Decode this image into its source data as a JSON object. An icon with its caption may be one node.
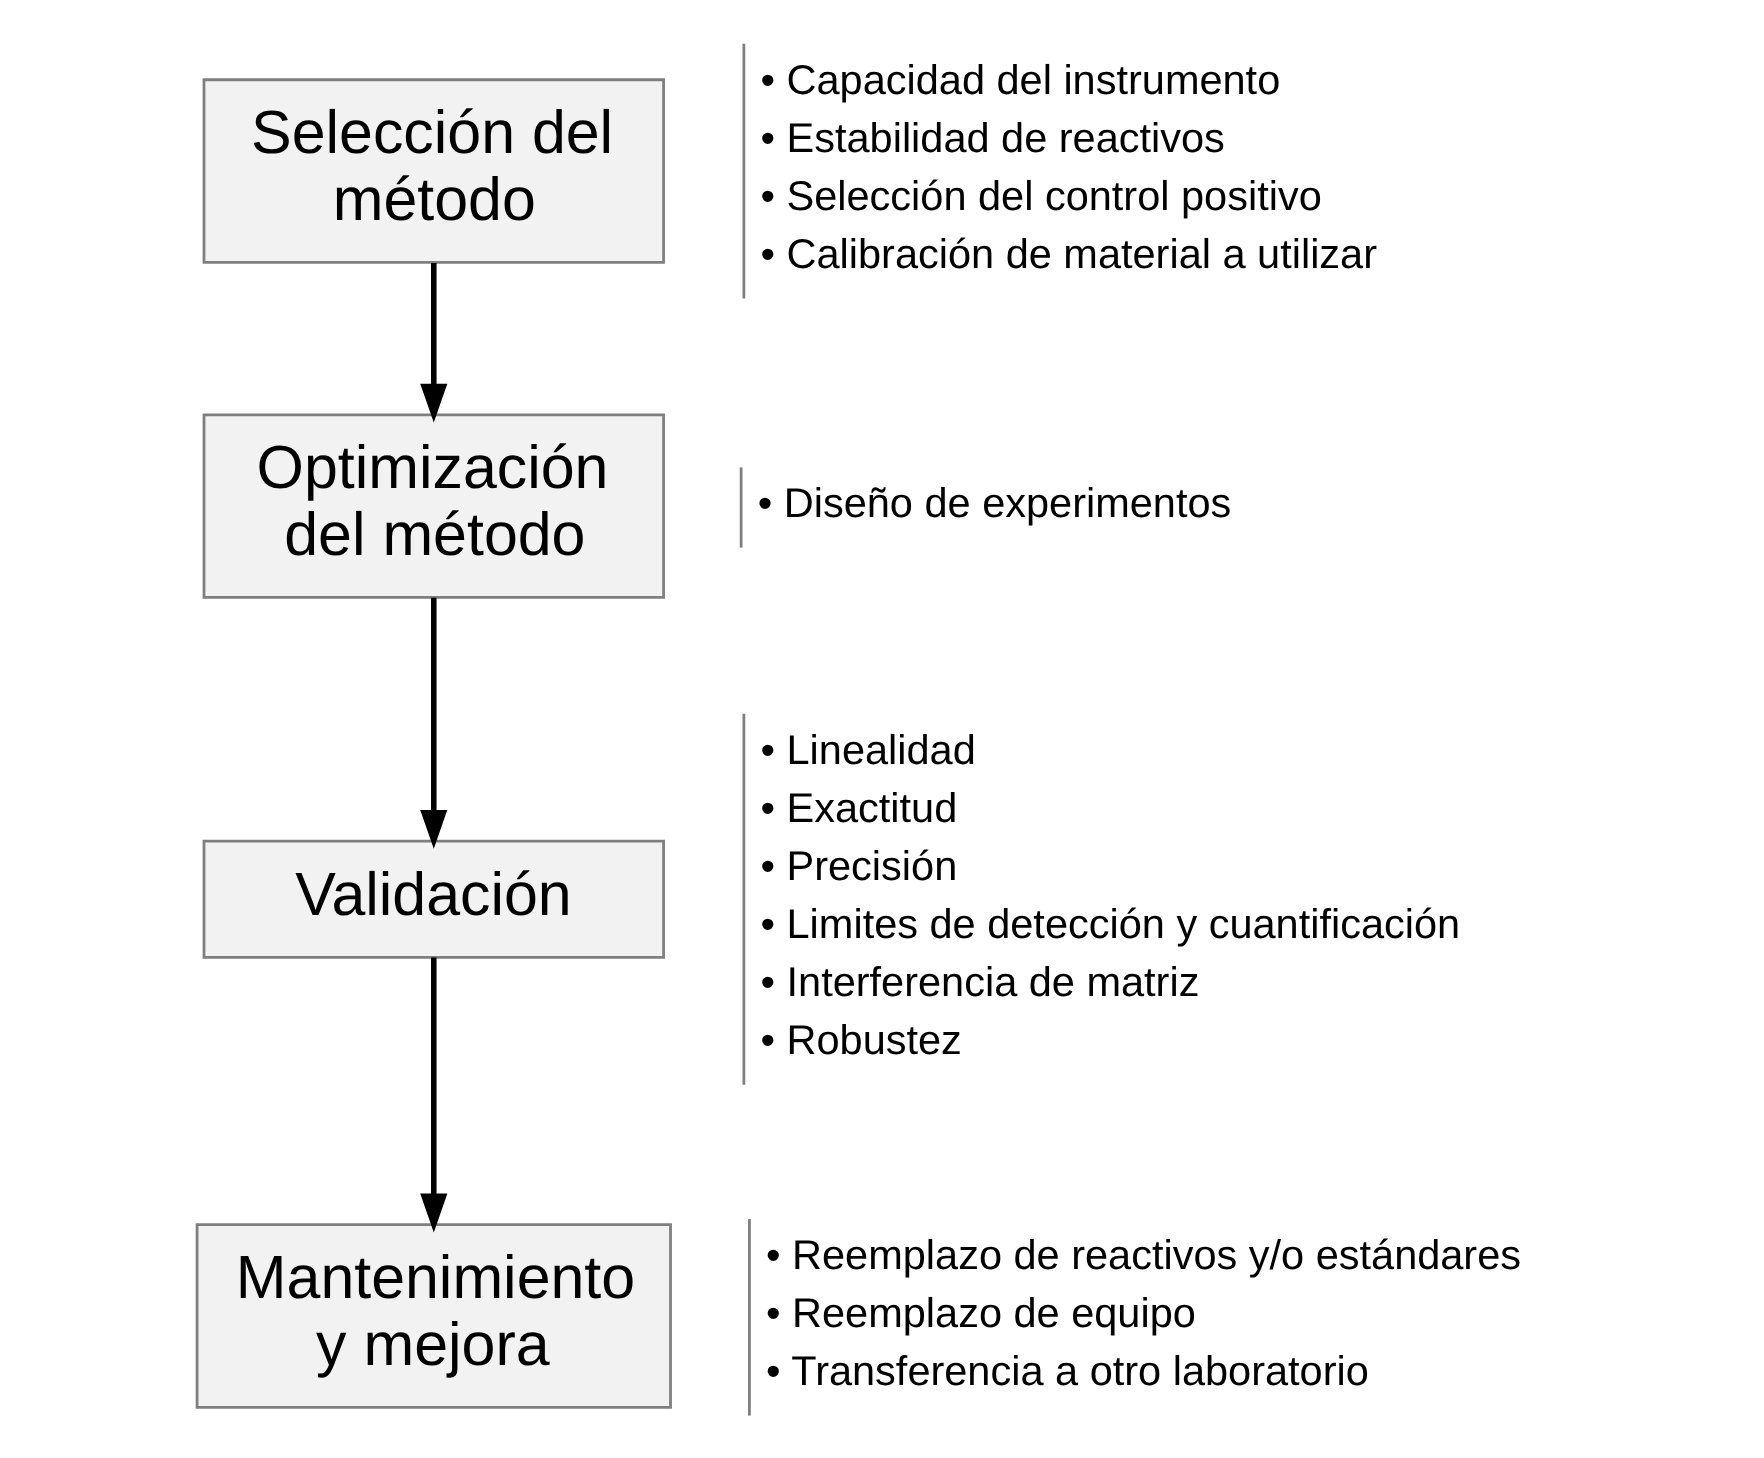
{
  "diagram": {
    "nodes": [
      {
        "text": [
          "Selección del método"
        ],
        "beside": [
          "• Capacidad del instrumento",
          "• Estabilidad de reactivos",
          "• Selección del control positivo",
          "• Calibración de material a utilizar"
        ]
      },
      {
        "text": [
          "Optimización del método"
        ],
        "beside": [
          "• Diseño de experimentos"
        ]
      },
      {
        "text": [
          "Validación"
        ],
        "beside": [
          "• Linealidad",
          "• Exactitud",
          "• Precisión",
          "• Limites de detección y cuantificación",
          "• Interferencia de matriz",
          "• Robustez"
        ]
      },
      {
        "text": [
          "Mantenimiento y mejora"
        ],
        "beside": [
          "• Reemplazo de reactivos y/o estándares",
          "• Reemplazo de equipo",
          "• Transferencia a otro laboratorio"
        ]
      }
    ],
    "edges": [
      {
        "from": 0,
        "to": 1,
        "arrow": "to"
      },
      {
        "from": 1,
        "to": 2,
        "arrow": "to"
      },
      {
        "from": 2,
        "to": 3,
        "arrow": "to"
      }
    ]
  }
}
